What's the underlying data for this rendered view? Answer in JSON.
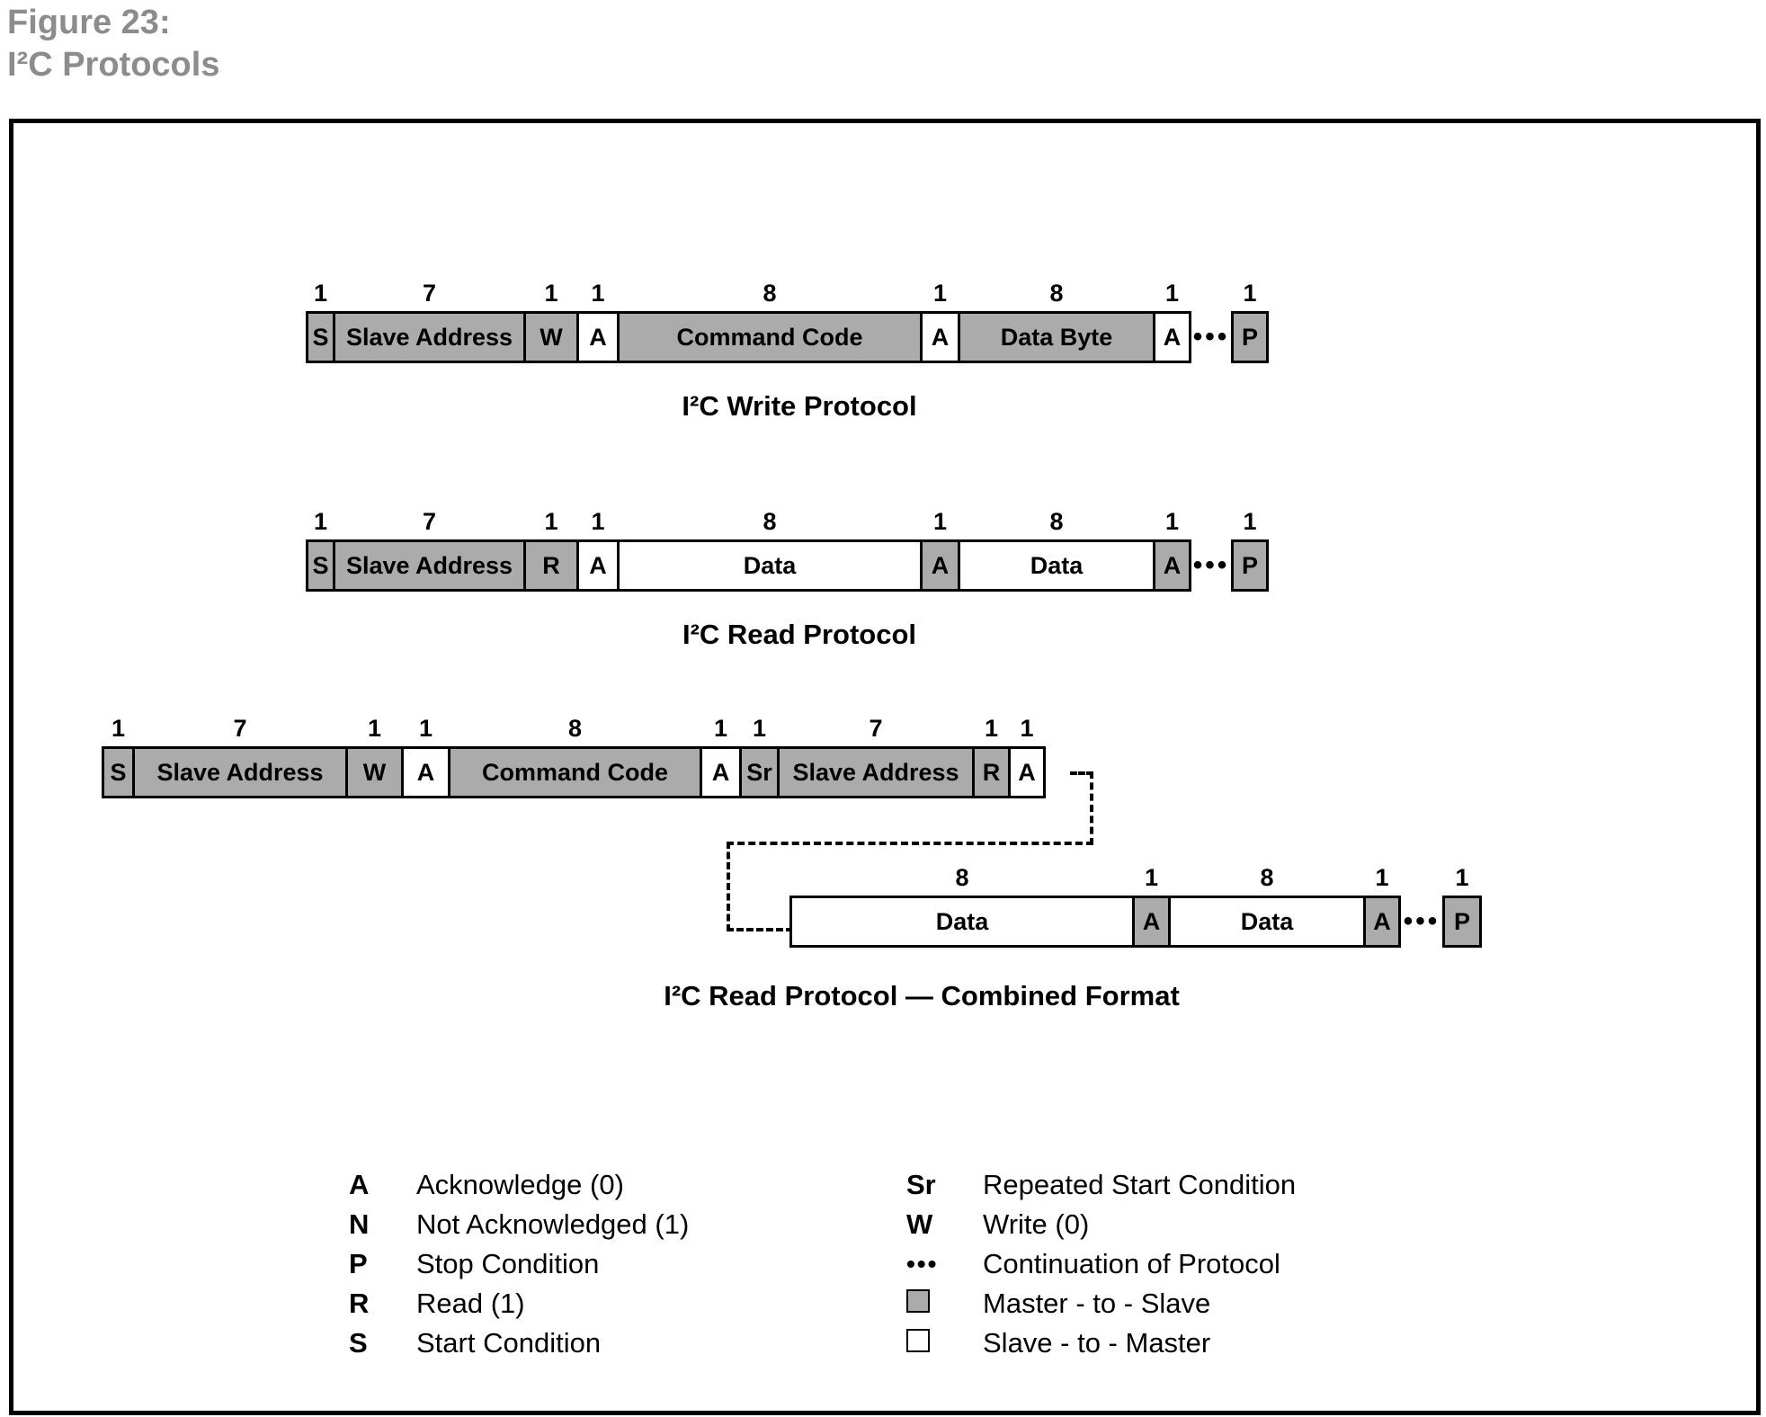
{
  "figure": {
    "label": "Figure 23:",
    "title": "I²C Protocols"
  },
  "colors": {
    "master_to_slave_fill": "#ababab",
    "slave_to_master_fill": "#ffffff",
    "outline": "#000000",
    "figure_title_gray": "#8c8c8c"
  },
  "write_protocol": {
    "title": "I²C Write Protocol",
    "cells": [
      {
        "bits": "1",
        "label": "S"
      },
      {
        "bits": "7",
        "label": "Slave Address"
      },
      {
        "bits": "1",
        "label": "W"
      },
      {
        "bits": "1",
        "label": "A"
      },
      {
        "bits": "8",
        "label": "Command Code"
      },
      {
        "bits": "1",
        "label": "A"
      },
      {
        "bits": "8",
        "label": "Data Byte"
      },
      {
        "bits": "1",
        "label": "A"
      }
    ],
    "continuation": "•••",
    "stop": {
      "bits": "1",
      "label": "P"
    }
  },
  "read_protocol": {
    "title": "I²C Read Protocol",
    "cells": [
      {
        "bits": "1",
        "label": "S"
      },
      {
        "bits": "7",
        "label": "Slave Address"
      },
      {
        "bits": "1",
        "label": "R"
      },
      {
        "bits": "1",
        "label": "A"
      },
      {
        "bits": "8",
        "label": "Data"
      },
      {
        "bits": "1",
        "label": "A"
      },
      {
        "bits": "8",
        "label": "Data"
      },
      {
        "bits": "1",
        "label": "A"
      }
    ],
    "continuation": "•••",
    "stop": {
      "bits": "1",
      "label": "P"
    }
  },
  "combined_protocol": {
    "title": "I²C Read Protocol — Combined Format",
    "row1": [
      {
        "bits": "1",
        "label": "S"
      },
      {
        "bits": "7",
        "label": "Slave Address"
      },
      {
        "bits": "1",
        "label": "W"
      },
      {
        "bits": "1",
        "label": "A"
      },
      {
        "bits": "8",
        "label": "Command Code"
      },
      {
        "bits": "1",
        "label": "A"
      },
      {
        "bits": "1",
        "label": "Sr"
      },
      {
        "bits": "7",
        "label": "Slave Address"
      },
      {
        "bits": "1",
        "label": "R"
      },
      {
        "bits": "1",
        "label": "A"
      }
    ],
    "row2": [
      {
        "bits": "8",
        "label": "Data"
      },
      {
        "bits": "1",
        "label": "A"
      },
      {
        "bits": "8",
        "label": "Data"
      },
      {
        "bits": "1",
        "label": "A"
      }
    ],
    "continuation": "•••",
    "stop": {
      "bits": "1",
      "label": "P"
    }
  },
  "legend": {
    "left": [
      {
        "symbol": "A",
        "description": "Acknowledge (0)"
      },
      {
        "symbol": "N",
        "description": "Not Acknowledged (1)"
      },
      {
        "symbol": "P",
        "description": "Stop Condition"
      },
      {
        "symbol": "R",
        "description": "Read (1)"
      },
      {
        "symbol": "S",
        "description": "Start Condition"
      }
    ],
    "right": [
      {
        "symbol": "Sr",
        "description": "Repeated Start Condition"
      },
      {
        "symbol": "W",
        "description": "Write (0)"
      },
      {
        "symbol": "•••",
        "description": "Continuation of Protocol"
      },
      {
        "symbol": "",
        "swatch": "#ababab",
        "description": "Master - to - Slave"
      },
      {
        "symbol": "",
        "swatch": "#ffffff",
        "description": "Slave - to - Master"
      }
    ]
  }
}
